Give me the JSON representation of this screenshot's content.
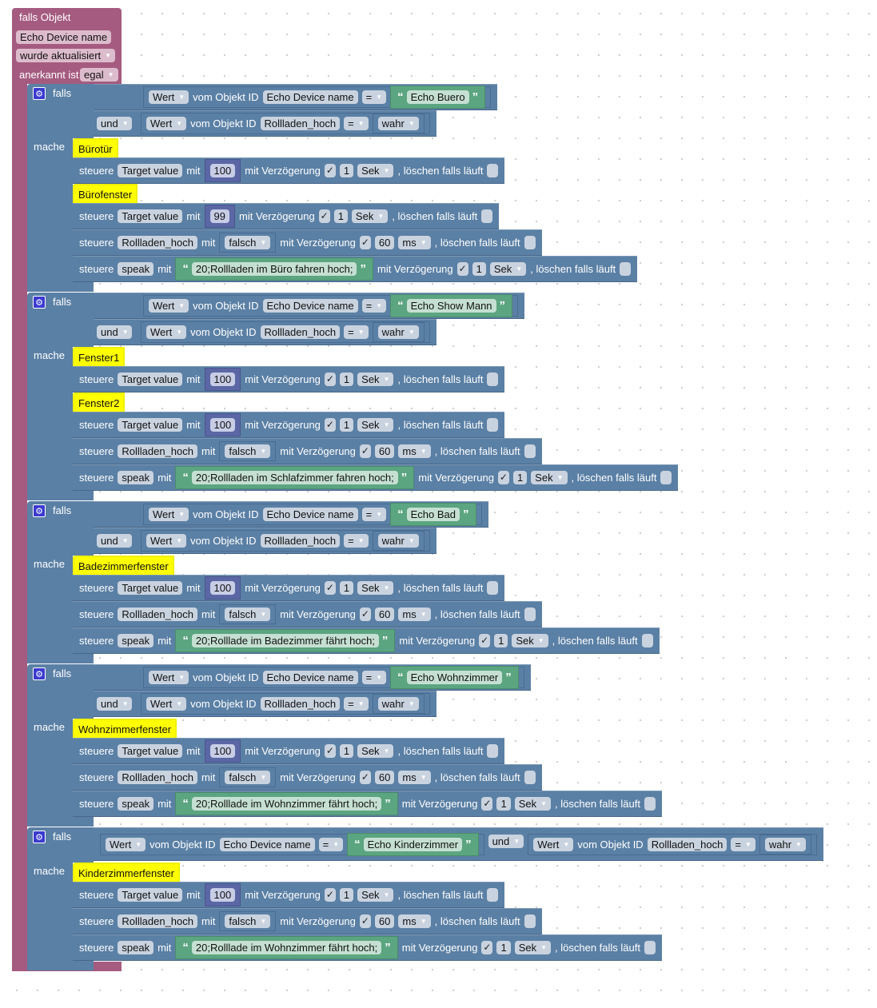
{
  "trigger": {
    "title": "falls Objekt",
    "object": "Echo Device name",
    "event": "wurde aktualisiert",
    "ack_label": "anerkannt ist",
    "ack": "egal"
  },
  "labels": {
    "falls": "falls",
    "mache": "mache",
    "wert": "Wert",
    "vom_objekt": "vom Objekt ID",
    "steuere": "steuere",
    "mit": "mit",
    "mit_verzoegerung": "mit Verzögerung",
    "loeschen": ", löschen falls läuft",
    "check": "✓",
    "open_quote": "“",
    "close_quote": "”"
  },
  "colors": {
    "trigger": "#a55b80",
    "logic": "#5b80a5",
    "number": "#5b67a5",
    "text": "#5ba580",
    "comment": "#ffff00"
  },
  "groups": [
    {
      "connector": "und",
      "inline": false,
      "conditions": [
        {
          "source": "Wert",
          "object": "Echo Device name",
          "op": "=",
          "value": "Echo Buero",
          "value_type": "text"
        },
        {
          "source": "Wert",
          "object": "Rollladen_hoch",
          "op": "=",
          "value": "wahr",
          "value_type": "dropdown"
        }
      ],
      "actions": [
        {
          "comment": "Bürotür"
        },
        {
          "target": "Target value",
          "value": "100",
          "value_type": "number",
          "delay": true,
          "delay_value": "1",
          "unit": "Sek",
          "clear": false
        },
        {
          "comment": "Bürofenster"
        },
        {
          "target": "Target value",
          "value": "99",
          "value_type": "number",
          "delay": true,
          "delay_value": "1",
          "unit": "Sek",
          "clear": false
        },
        {
          "target": "Rollladen_hoch",
          "value": "falsch",
          "value_type": "dropdown",
          "delay": true,
          "delay_value": "60",
          "unit": "ms",
          "clear": false
        },
        {
          "target": "speak",
          "value": "20;Rollladen im Büro fahren hoch;",
          "value_type": "text",
          "delay": true,
          "delay_value": "1",
          "unit": "Sek",
          "clear": false
        }
      ]
    },
    {
      "connector": "und",
      "inline": false,
      "conditions": [
        {
          "source": "Wert",
          "object": "Echo Device name",
          "op": "=",
          "value": "Echo Show Mann",
          "value_type": "text"
        },
        {
          "source": "Wert",
          "object": "Rollladen_hoch",
          "op": "=",
          "value": "wahr",
          "value_type": "dropdown"
        }
      ],
      "actions": [
        {
          "comment": "Fenster1"
        },
        {
          "target": "Target value",
          "value": "100",
          "value_type": "number",
          "delay": true,
          "delay_value": "1",
          "unit": "Sek",
          "clear": false
        },
        {
          "comment": "Fenster2"
        },
        {
          "target": "Target value",
          "value": "100",
          "value_type": "number",
          "delay": true,
          "delay_value": "1",
          "unit": "Sek",
          "clear": false
        },
        {
          "target": "Rollladen_hoch",
          "value": "falsch",
          "value_type": "dropdown",
          "delay": true,
          "delay_value": "60",
          "unit": "ms",
          "clear": false
        },
        {
          "target": "speak",
          "value": "20;Rollladen im Schlafzimmer fahren hoch;",
          "value_type": "text",
          "delay": true,
          "delay_value": "1",
          "unit": "Sek",
          "clear": false
        }
      ]
    },
    {
      "connector": "und",
      "inline": false,
      "conditions": [
        {
          "source": "Wert",
          "object": "Echo Device name",
          "op": "=",
          "value": "Echo Bad",
          "value_type": "text"
        },
        {
          "source": "Wert",
          "object": "Rollladen_hoch",
          "op": "=",
          "value": "wahr",
          "value_type": "dropdown"
        }
      ],
      "actions": [
        {
          "comment": "Badezimmerfenster"
        },
        {
          "target": "Target value",
          "value": "100",
          "value_type": "number",
          "delay": true,
          "delay_value": "1",
          "unit": "Sek",
          "clear": false
        },
        {
          "target": "Rollladen_hoch",
          "value": "falsch",
          "value_type": "dropdown",
          "delay": true,
          "delay_value": "60",
          "unit": "ms",
          "clear": false
        },
        {
          "target": "speak",
          "value": "20;Rolllade im Badezimmer fährt hoch;",
          "value_type": "text",
          "delay": true,
          "delay_value": "1",
          "unit": "Sek",
          "clear": false
        }
      ]
    },
    {
      "connector": "und",
      "inline": false,
      "conditions": [
        {
          "source": "Wert",
          "object": "Echo Device name",
          "op": "=",
          "value": "Echo Wohnzimmer",
          "value_type": "text"
        },
        {
          "source": "Wert",
          "object": "Rollladen_hoch",
          "op": "=",
          "value": "wahr",
          "value_type": "dropdown"
        }
      ],
      "actions": [
        {
          "comment": "Wohnzimmerfenster"
        },
        {
          "target": "Target value",
          "value": "100",
          "value_type": "number",
          "delay": true,
          "delay_value": "1",
          "unit": "Sek",
          "clear": false
        },
        {
          "target": "Rollladen_hoch",
          "value": "falsch",
          "value_type": "dropdown",
          "delay": true,
          "delay_value": "60",
          "unit": "ms",
          "clear": false
        },
        {
          "target": "speak",
          "value": "20;Rolllade im Wohnzimmer fährt hoch;",
          "value_type": "text",
          "delay": true,
          "delay_value": "1",
          "unit": "Sek",
          "clear": false
        }
      ]
    },
    {
      "connector": "und",
      "inline": true,
      "conditions": [
        {
          "source": "Wert",
          "object": "Echo Device name",
          "op": "=",
          "value": "Echo Kinderzimmer",
          "value_type": "text"
        },
        {
          "source": "Wert",
          "object": "Rollladen_hoch",
          "op": "=",
          "value": "wahr",
          "value_type": "dropdown"
        }
      ],
      "actions": [
        {
          "comment": "Kinderzimmerfenster"
        },
        {
          "target": "Target value",
          "value": "100",
          "value_type": "number",
          "delay": true,
          "delay_value": "1",
          "unit": "Sek",
          "clear": false
        },
        {
          "target": "Rollladen_hoch",
          "value": "falsch",
          "value_type": "dropdown",
          "delay": true,
          "delay_value": "60",
          "unit": "ms",
          "clear": false
        },
        {
          "target": "speak",
          "value": "20;Rolllade im Wohnzimmer fährt hoch;",
          "value_type": "text",
          "delay": true,
          "delay_value": "1",
          "unit": "Sek",
          "clear": false
        }
      ]
    }
  ]
}
